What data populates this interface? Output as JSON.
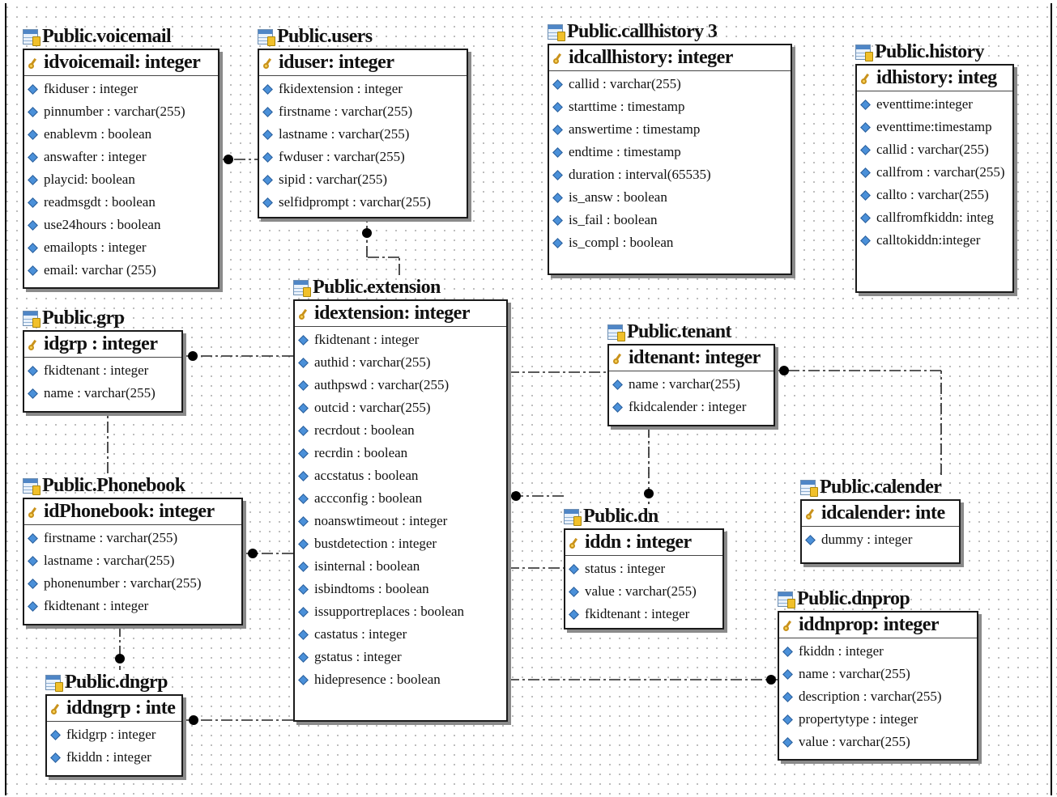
{
  "tables": [
    {
      "id": "voicemail",
      "name": "Public.voicemail",
      "pk": "idvoicemail: integer",
      "fields": [
        "fkiduser : integer",
        "pinnumber : varchar(255)",
        "enablevm : boolean",
        "answafter : integer",
        "playcid: boolean",
        "readmsgdt : boolean",
        "use24hours : boolean",
        "emailopts : integer",
        "email: varchar (255)"
      ]
    },
    {
      "id": "users",
      "name": "Public.users",
      "pk": "iduser: integer",
      "fields": [
        "fkidextension : integer",
        "firstname : varchar(255)",
        "lastname : varchar(255)",
        "fwduser : varchar(255)",
        "sipid : varchar(255)",
        "selfidprompt : varchar(255)"
      ]
    },
    {
      "id": "callhistory",
      "name": "Public.callhistory 3",
      "pk": "idcallhistory: integer",
      "fields": [
        "callid : varchar(255)",
        "starttime : timestamp",
        "answertime : timestamp",
        "endtime : timestamp",
        "duration : interval(65535)",
        "is_answ : boolean",
        "is_fail : boolean",
        "is_compl : boolean"
      ]
    },
    {
      "id": "history",
      "name": "Public.history",
      "pk": "idhistory: integ",
      "fields": [
        "eventtime:integer",
        "eventtime:timestamp",
        "callid : varchar(255)",
        "callfrom : varchar(255)",
        "callto : varchar(255)",
        "callfromfkiddn: integ",
        "calltokiddn:integer"
      ]
    },
    {
      "id": "grp",
      "name": "Public.grp",
      "pk": "idgrp : integer",
      "fields": [
        "fkidtenant : integer",
        "name : varchar(255)"
      ]
    },
    {
      "id": "extension",
      "name": "Public.extension",
      "pk": "idextension: integer",
      "fields": [
        "fkidtenant : integer",
        "authid : varchar(255)",
        "authpswd : varchar(255)",
        "outcid : varchar(255)",
        "recrdout : boolean",
        "recrdin : boolean",
        "accstatus : boolean",
        "accconfig : boolean",
        "noanswtimeout : integer",
        "bustdetection : integer",
        "isinternal : boolean",
        "isbindtoms : boolean",
        "issupportreplaces : boolean",
        "castatus : integer",
        "gstatus : integer",
        "hidepresence : boolean"
      ]
    },
    {
      "id": "tenant",
      "name": "Public.tenant",
      "pk": "idtenant: integer",
      "fields": [
        "name : varchar(255)",
        "fkidcalender : integer"
      ]
    },
    {
      "id": "phonebook",
      "name": "Public.Phonebook",
      "pk": "idPhonebook: integer",
      "fields": [
        "firstname : varchar(255)",
        "lastname : varchar(255)",
        "phonenumber : varchar(255)",
        "fkidtenant : integer"
      ]
    },
    {
      "id": "calender",
      "name": "Public.calender",
      "pk": "idcalender: inte",
      "fields": [
        "dummy : integer"
      ]
    },
    {
      "id": "dn",
      "name": "Public.dn",
      "pk": "iddn : integer",
      "fields": [
        "status : integer",
        "value : varchar(255)",
        "fkidtenant : integer"
      ]
    },
    {
      "id": "dnprop",
      "name": "Public.dnprop",
      "pk": "iddnprop: integer",
      "fields": [
        "fkiddn : integer",
        "name : varchar(255)",
        "description : varchar(255)",
        "propertytype : integer",
        "value : varchar(255)"
      ]
    },
    {
      "id": "dngrp",
      "name": "Public.dngrp",
      "pk": "iddngrp : inte",
      "fields": [
        "fkidgrp : integer",
        "fkiddn : integer"
      ]
    }
  ],
  "relations": [
    {
      "from": "users",
      "to": "voicemail"
    },
    {
      "from": "extension",
      "to": "users"
    },
    {
      "from": "extension",
      "to": "grp"
    },
    {
      "from": "phonebook",
      "to": "grp"
    },
    {
      "from": "extension",
      "to": "tenant"
    },
    {
      "from": "calender",
      "to": "tenant"
    },
    {
      "from": "tenant",
      "to": "dn"
    },
    {
      "from": "dn",
      "to": "extension"
    },
    {
      "from": "extension",
      "to": "phonebook"
    },
    {
      "from": "phonebook",
      "to": "dngrp"
    },
    {
      "from": "extension",
      "to": "dngrp"
    },
    {
      "from": "extension",
      "to": "dnprop"
    }
  ]
}
